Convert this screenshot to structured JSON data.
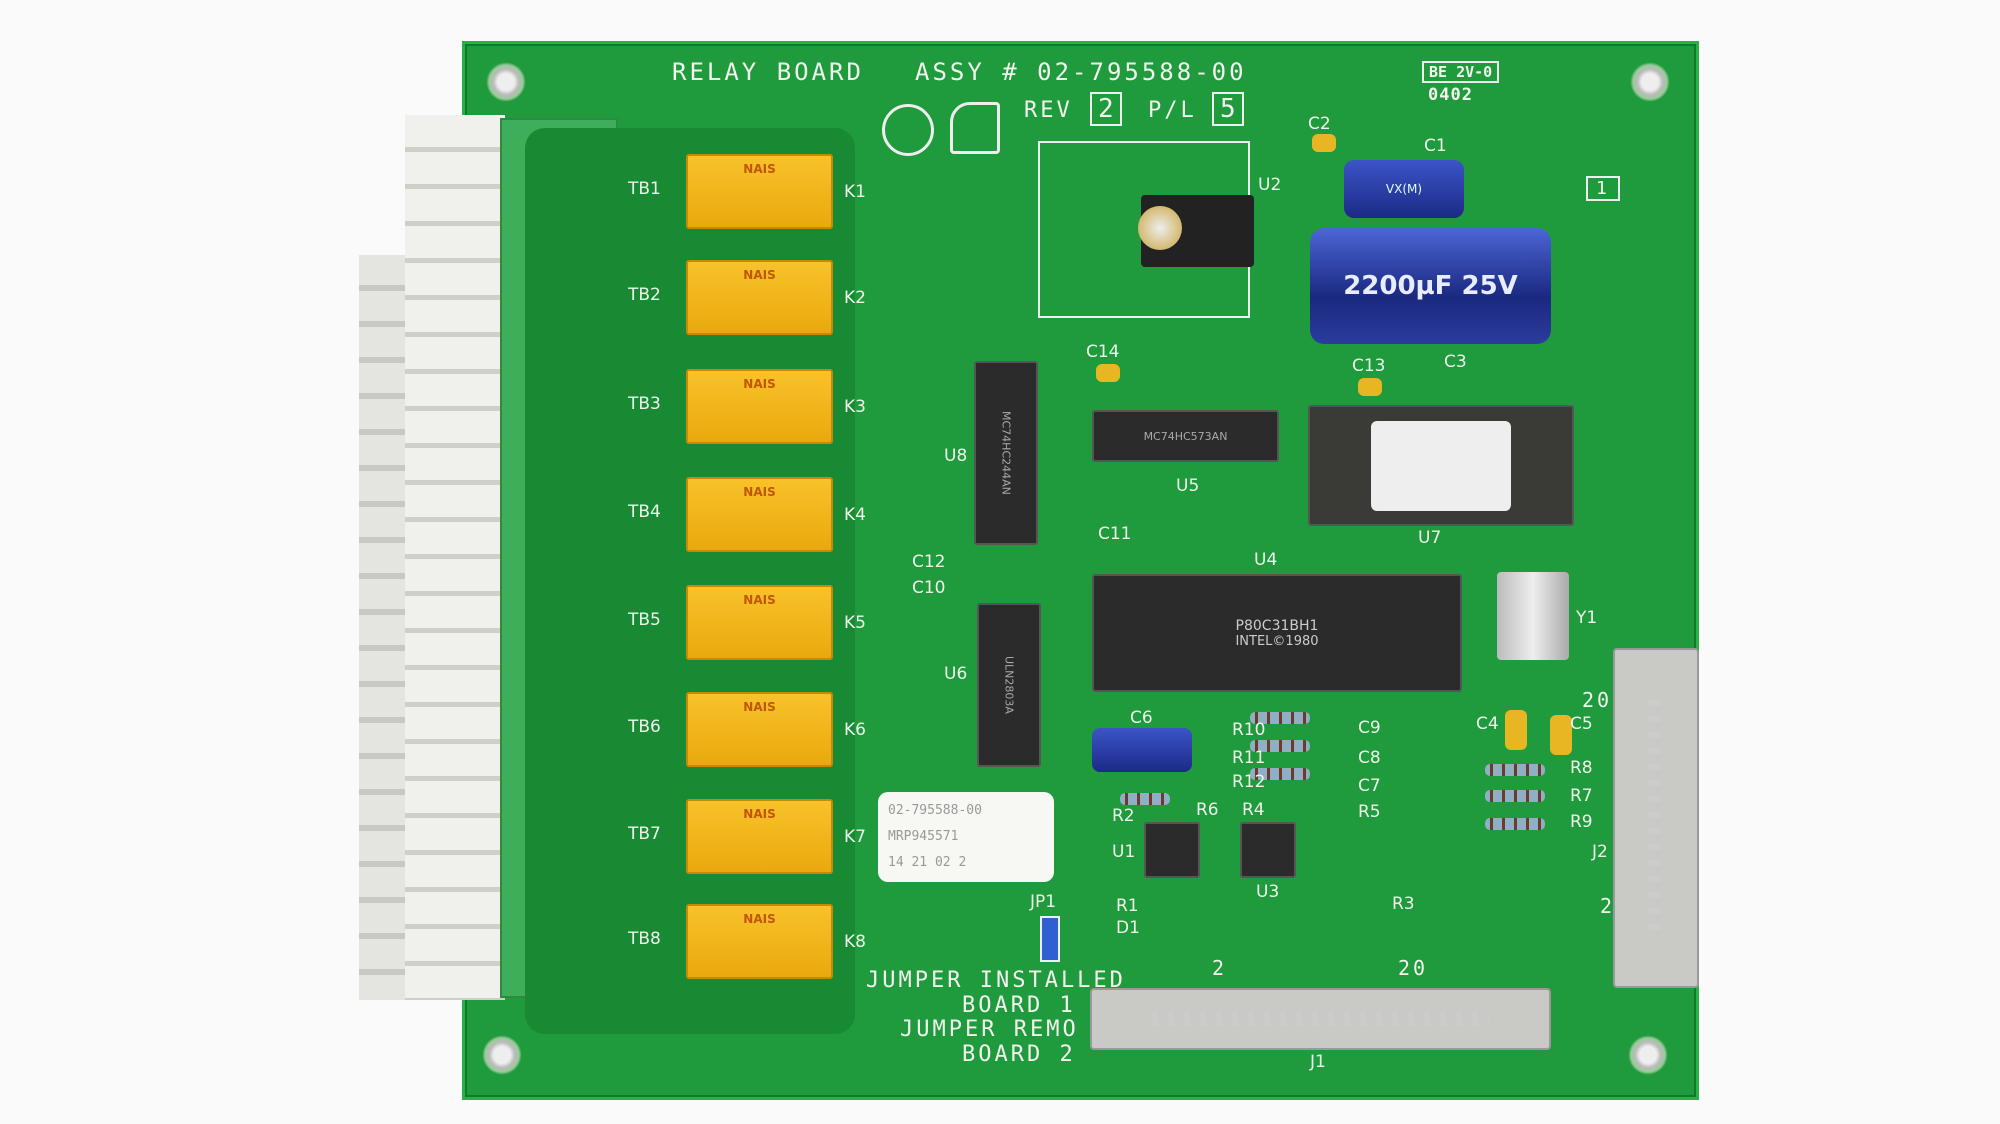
{
  "board": {
    "title": "RELAY BOARD",
    "assy": "ASSY # 02-795588-00",
    "rev_label": "REV",
    "rev_value": "2",
    "pl_label": "P/L",
    "pl_value": "5",
    "stamp": "BE 2V-0",
    "date_code": "0402",
    "corner_mark": "1",
    "jumper_note": [
      "JUMPER INSTALLED",
      "BOARD 1",
      "JUMPER REMO",
      "BOARD 2"
    ],
    "sticker": [
      "02-795588-00",
      "MRP945571",
      "14 21 02  2"
    ]
  },
  "relays": [
    {
      "tb": "TB1",
      "k": "K1",
      "brand": "NAIS"
    },
    {
      "tb": "TB2",
      "k": "K2",
      "brand": "NAIS"
    },
    {
      "tb": "TB3",
      "k": "K3",
      "brand": "NAIS"
    },
    {
      "tb": "TB4",
      "k": "K4",
      "brand": "NAIS"
    },
    {
      "tb": "TB5",
      "k": "K5",
      "brand": "NAIS"
    },
    {
      "tb": "TB6",
      "k": "K6",
      "brand": "NAIS"
    },
    {
      "tb": "TB7",
      "k": "K7",
      "brand": "NAIS"
    },
    {
      "tb": "TB8",
      "k": "K8",
      "brand": "NAIS"
    }
  ],
  "components": {
    "u8": {
      "ref": "U8",
      "marking": "MC74HC244AN"
    },
    "u6": {
      "ref": "U6",
      "marking": "ULN2803A"
    },
    "u5": {
      "ref": "U5",
      "marking": "MC74HC573AN"
    },
    "u7": {
      "ref": "U7"
    },
    "u4": {
      "ref": "U4",
      "marking": "P80C31BH1",
      "marking2": "INTEL©1980"
    },
    "y1": {
      "ref": "Y1"
    },
    "u2": {
      "ref": "U2"
    },
    "c1": {
      "ref": "C1",
      "marking": "VX(M)"
    },
    "c3": {
      "ref": "C3",
      "marking": "2200µF 25V"
    },
    "c6": {
      "ref": "C6"
    },
    "j1": {
      "ref": "J1",
      "pin_a": "2",
      "pin_b": "20"
    },
    "j2": {
      "ref": "J2",
      "pin_a": "20",
      "pin_b": "2"
    },
    "jp1": {
      "ref": "JP1"
    },
    "u1": {
      "ref": "U1"
    },
    "u3": {
      "ref": "U3"
    },
    "small_labels": [
      "C2",
      "C14",
      "C13",
      "C11",
      "C12",
      "C10",
      "C9",
      "C8",
      "C7",
      "C5",
      "C4",
      "R10",
      "R11",
      "R12",
      "R2",
      "R6",
      "R4",
      "R5",
      "R8",
      "R7",
      "R9",
      "R3",
      "R1",
      "D1"
    ]
  },
  "colors": {
    "pcb": "#1f9a3c",
    "relay": "#f2b51c",
    "terminal": "#3fae5a"
  }
}
